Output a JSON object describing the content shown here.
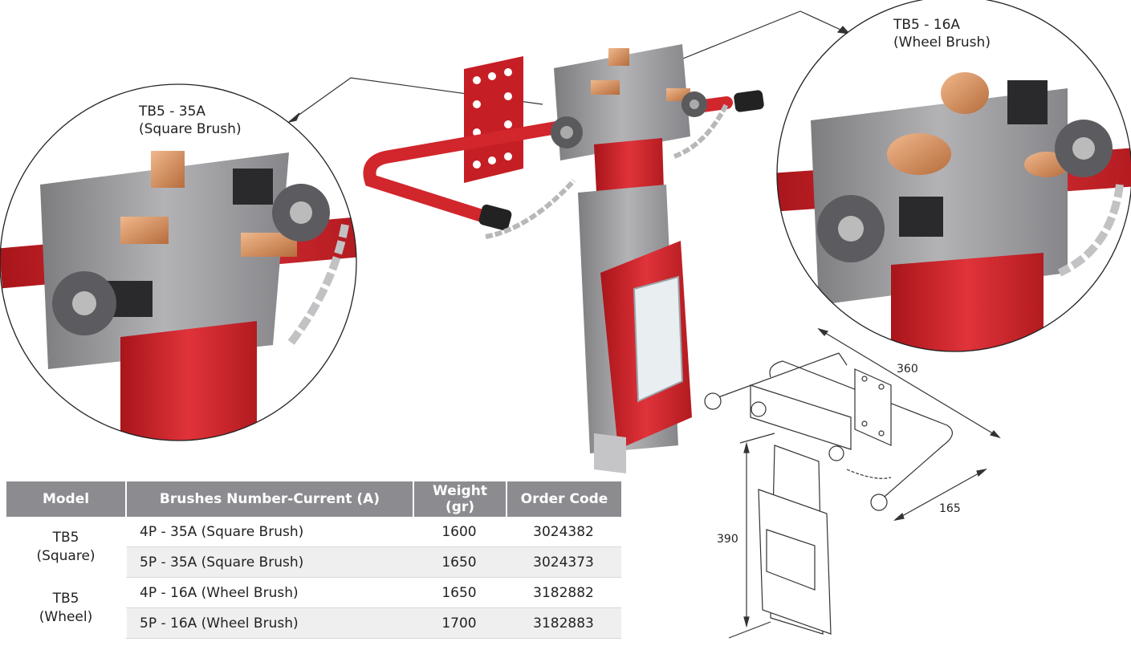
{
  "callouts": {
    "square": "TB5 - 35A\n(Square Brush)",
    "wheel": "TB5 - 16A\n(Wheel Brush)"
  },
  "dimensions": {
    "width": "360",
    "depth": "165",
    "height": "390"
  },
  "table": {
    "headers": [
      "Model",
      "Brushes Number-Current (A)",
      "Weight (gr)",
      "Order Code"
    ],
    "groups": [
      {
        "model": "TB5\n(Square)",
        "rows": [
          {
            "brushes": "4P - 35A (Square Brush)",
            "weight": "1600",
            "code": "3024382"
          },
          {
            "brushes": "5P - 35A (Square Brush)",
            "weight": "1650",
            "code": "3024373"
          }
        ]
      },
      {
        "model": "TB5\n(Wheel)",
        "rows": [
          {
            "brushes": "4P - 16A (Wheel Brush)",
            "weight": "1650",
            "code": "3182882"
          },
          {
            "brushes": "5P - 16A (Wheel Brush)",
            "weight": "1700",
            "code": "3182883"
          }
        ]
      }
    ]
  },
  "colors": {
    "accent_red": "#d42a2a",
    "header_grey": "#8c8b90",
    "body_grey": "#9a9a9c",
    "copper": "#d89566"
  }
}
